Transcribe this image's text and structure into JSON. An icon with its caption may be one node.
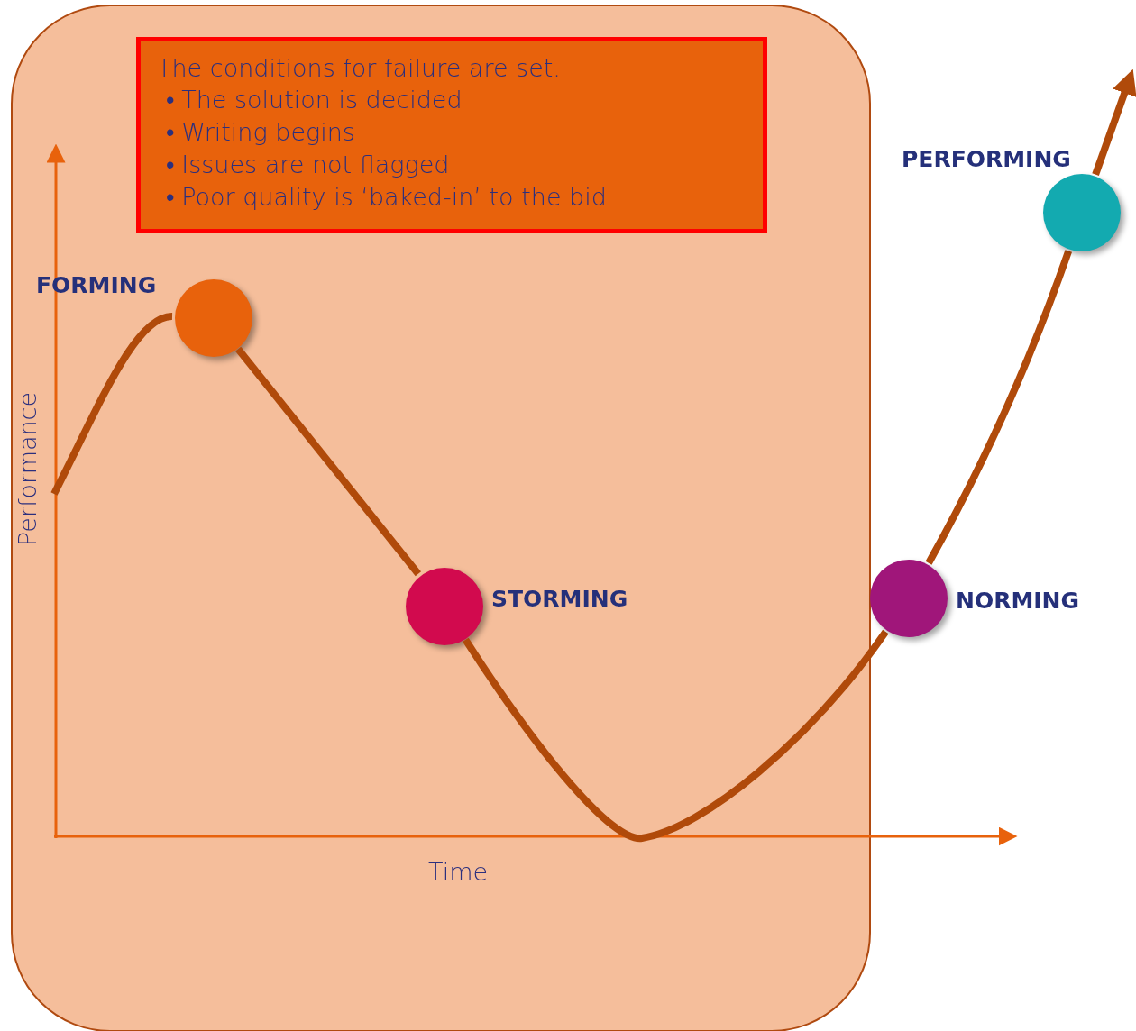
{
  "diagram": {
    "nodes": [
      {
        "text": [],
        "shape": "box"
      },
      {
        "text": [
          "The conditions for failure are set.",
          "•\tThe solution is decided",
          "•\tWriting begins",
          "•\tIssues are not flagged",
          "•\tPoor quality is ‘baked-in’ to the bid"
        ],
        "in": 0
      },
      {
        "text": [],
        "shape": "circle",
        "beside": [
          "FORMING"
        ],
        "in": 0
      },
      {
        "text": [],
        "shape": "circle",
        "beside": [
          "STORMING"
        ],
        "in": 0
      },
      {
        "text": [],
        "shape": "circle",
        "beside": [
          "NORMING"
        ]
      },
      {
        "text": [],
        "shape": "circle",
        "beside": [
          "PERFORMING"
        ]
      }
    ],
    "edges": [
      {
        "from": null,
        "to": 2,
        "arrow": "none"
      },
      {
        "from": 2,
        "to": 3,
        "arrow": "none"
      },
      {
        "from": 3,
        "to": 4,
        "arrow": "none"
      },
      {
        "from": 4,
        "to": 5,
        "arrow": "none"
      },
      {
        "from": 5,
        "to": null,
        "arrow": "to"
      }
    ],
    "labels": [
      "Performance",
      "Time"
    ]
  }
}
